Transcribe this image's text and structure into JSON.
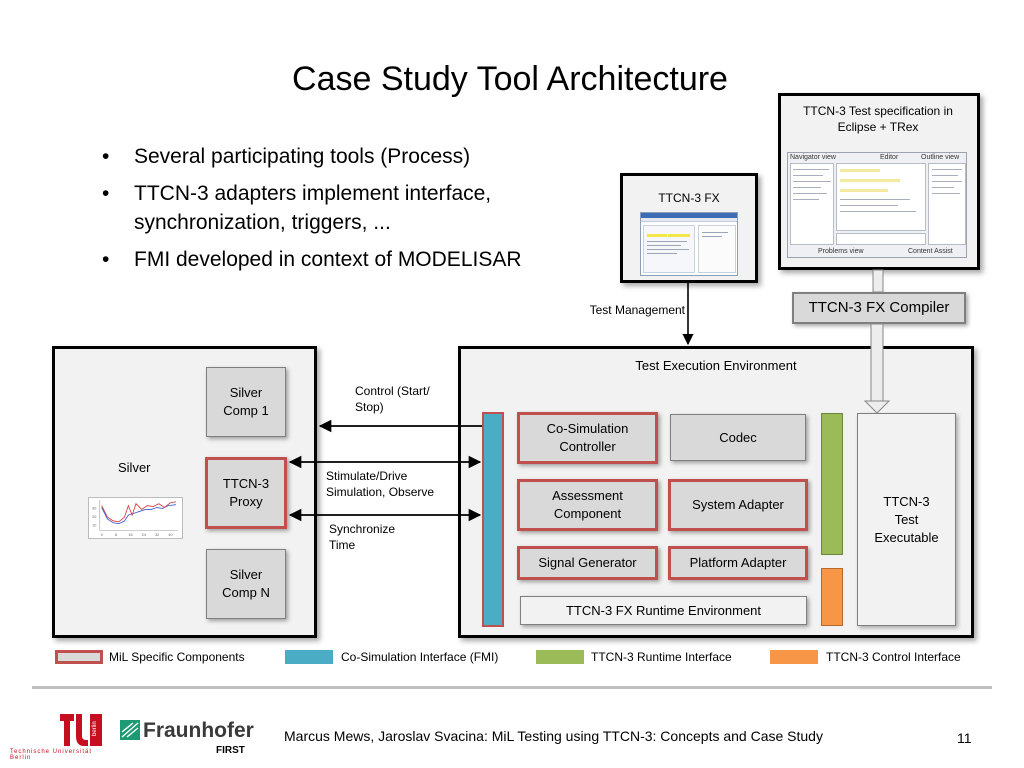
{
  "slide": {
    "title": "Case Study Tool Architecture",
    "bullets": [
      "Several participating tools (Process)",
      "TTCN-3 adapters implement interface, synchronization, triggers, ...",
      "FMI developed in context of MODELISAR"
    ]
  },
  "tools": {
    "eclipse_label": "TTCN-3 Test specification in Eclipse + TRex",
    "eclipse_panes": [
      "Navigator view",
      "Editor",
      "Outline view",
      "Problems view",
      "Content Assist"
    ],
    "fx_label": "TTCN-3 FX",
    "compiler_label": "TTCN-3 FX Compiler",
    "test_management_label": "Test Management"
  },
  "silver": {
    "label": "Silver",
    "comp1": "Silver Comp 1",
    "proxy": "TTCN-3 Proxy",
    "compN": "Silver Comp N",
    "plot_ticks_x": [
      "0",
      "8",
      "16",
      "24",
      "32",
      "40"
    ],
    "plot_ticks_y": [
      "10",
      "20",
      "30"
    ]
  },
  "connections": {
    "control": "Control (Start/ Stop)",
    "stimulate": "Stimulate/Drive Simulation, Observe",
    "synchronize": "Synchronize Time"
  },
  "tee": {
    "label": "Test Execution Environment",
    "cosim_controller": "Co-Simulation Controller",
    "codec": "Codec",
    "assessment": "Assessment Component",
    "system_adapter": "System Adapter",
    "signal_generator": "Signal Generator",
    "platform_adapter": "Platform Adapter",
    "runtime_env": "TTCN-3 FX Runtime Environment",
    "test_executable": "TTCN-3 Test Executable"
  },
  "legend": [
    {
      "label": "MiL Specific Components",
      "color": "#c0504d"
    },
    {
      "label": "Co-Simulation Interface (FMI)",
      "color": "#4bacc6"
    },
    {
      "label": "TTCN-3 Runtime Interface",
      "color": "#9bbb59"
    },
    {
      "label": "TTCN-3 Control Interface",
      "color": "#f79646"
    }
  ],
  "footer": {
    "citation": "Marcus Mews, Jaroslav Svacina: MiL Testing using TTCN-3: Concepts and Case Study",
    "page": "11",
    "logo_tu": "Technische Universität Berlin",
    "logo_tu_badge": "berlin",
    "logo_fraunhofer": "Fraunhofer",
    "logo_fraunhofer_sub": "FIRST"
  }
}
